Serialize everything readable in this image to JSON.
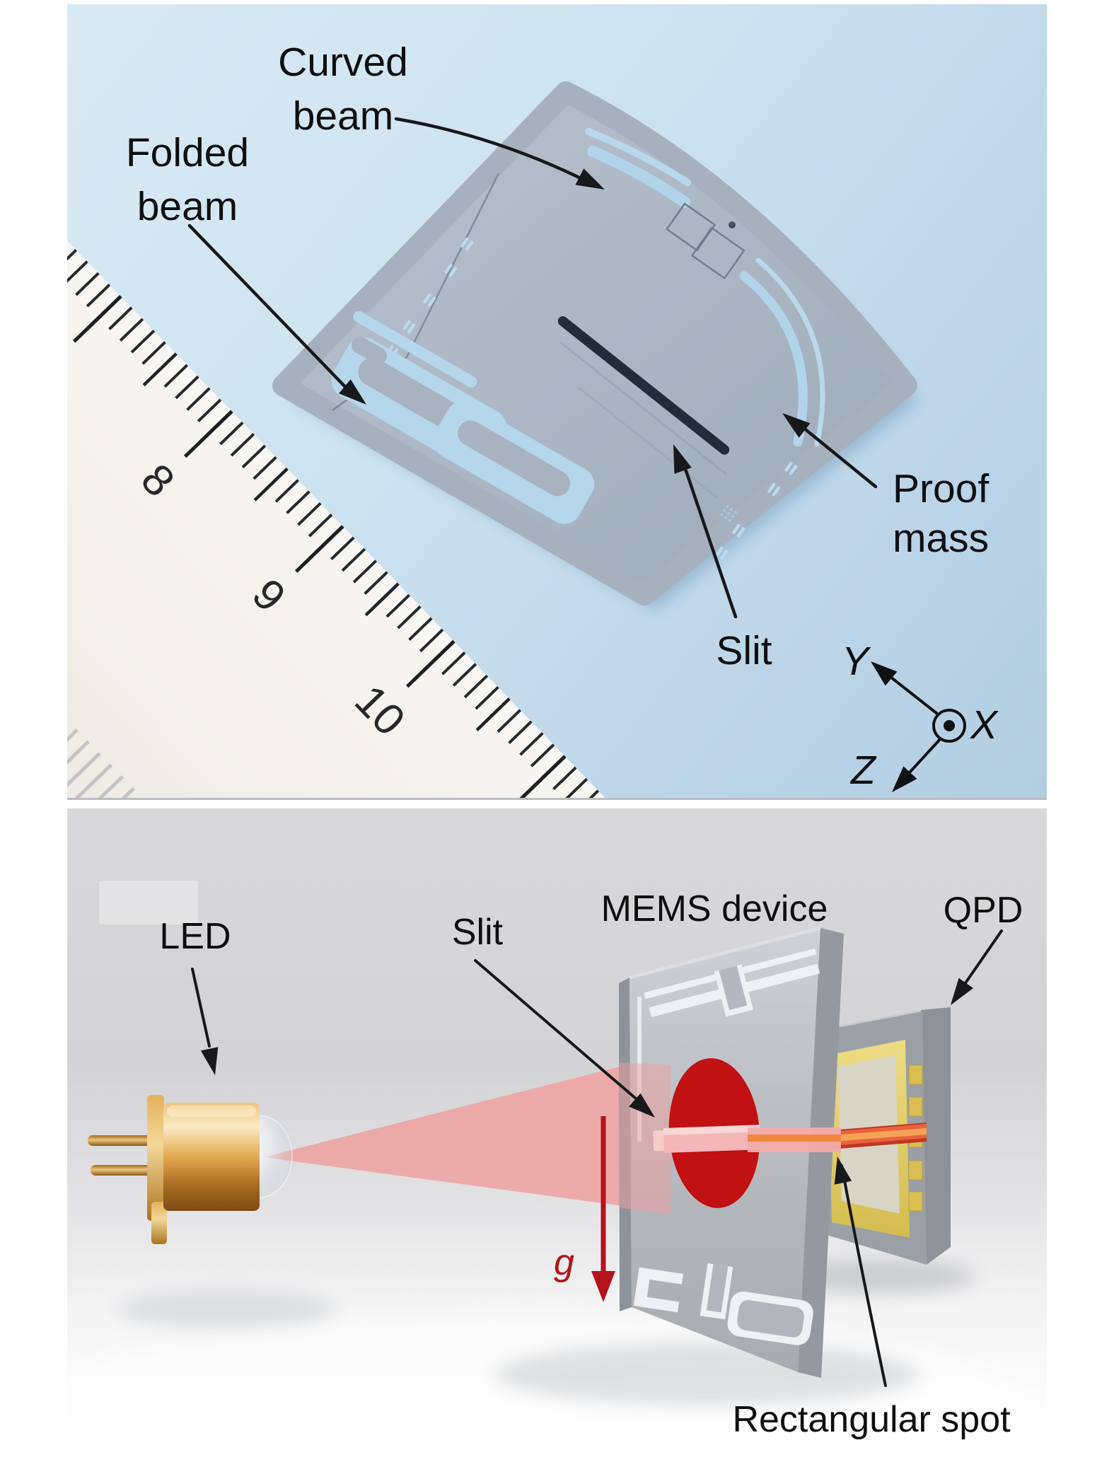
{
  "figure": {
    "top_panel": {
      "description": "Photograph of MEMS chip with ruler on blue background",
      "labels": {
        "curved_beam": [
          "Curved",
          "beam"
        ],
        "folded_beam": [
          "Folded",
          "beam"
        ],
        "proof_mass": [
          "Proof",
          "mass"
        ],
        "slit": "Slit"
      },
      "axes": {
        "y": "Y",
        "x": "X",
        "z": "Z"
      },
      "ruler_numbers": [
        "8",
        "9",
        "10"
      ],
      "colors": {
        "background": "#c7dded",
        "chip": "#aab4c1",
        "slot": "#bad8ea"
      }
    },
    "bottom_panel": {
      "description": "3D schematic of LED, MEMS device with slit, and QPD",
      "labels": {
        "led": "LED",
        "slit": "Slit",
        "mems_device": "MEMS device",
        "qpd": "QPD",
        "gravity": "g",
        "rectangular_spot": "Rectangular spot"
      },
      "colors": {
        "background": "#d7d7d9",
        "beam": "#eda6a6",
        "spot": "#c11113",
        "stripe": "#f0863f",
        "led_gold": "#d89a3f",
        "qpd_gold": "#d9be52"
      }
    }
  }
}
